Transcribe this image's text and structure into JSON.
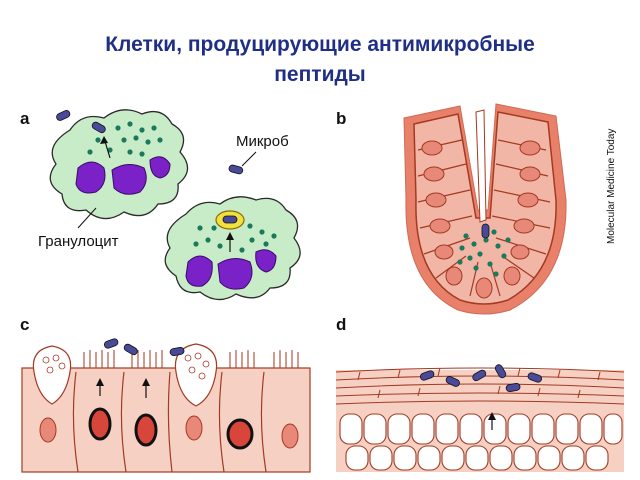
{
  "title": {
    "line1": "Клетки, продуцирующие антимикробные",
    "line2": "пептиды"
  },
  "panels": {
    "a": {
      "label": "a",
      "microbe_label": "Микроб",
      "granulocyte_label": "Гранулоцит"
    },
    "b": {
      "label": "b"
    },
    "c": {
      "label": "c"
    },
    "d": {
      "label": "d"
    }
  },
  "credit": "Molecular Medicine Today",
  "colors": {
    "title": "#1f2f86",
    "granulocyte_fill": "#c8ecc8",
    "nucleus": "#7a22c8",
    "granule": "#1b7a5c",
    "epithelium_fill": "#f2b6a6",
    "epithelium_outline": "#a33a22",
    "crypt_border": "#e8806a",
    "microbe": "#4a4a9a"
  }
}
